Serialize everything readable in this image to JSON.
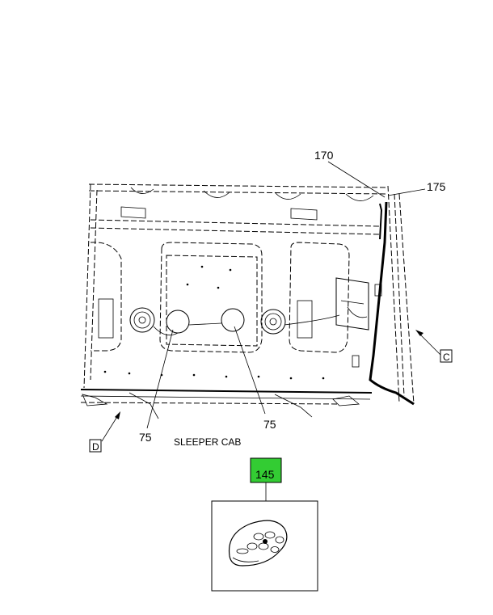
{
  "callouts": {
    "c170": "170",
    "c175": "175",
    "c75_left": "75",
    "c75_right": "75",
    "c145": "145"
  },
  "view_labels": {
    "c": "C",
    "d": "D"
  },
  "caption": "SLEEPER CAB",
  "colors": {
    "highlight_box": "#33cc33",
    "line": "#000000"
  }
}
